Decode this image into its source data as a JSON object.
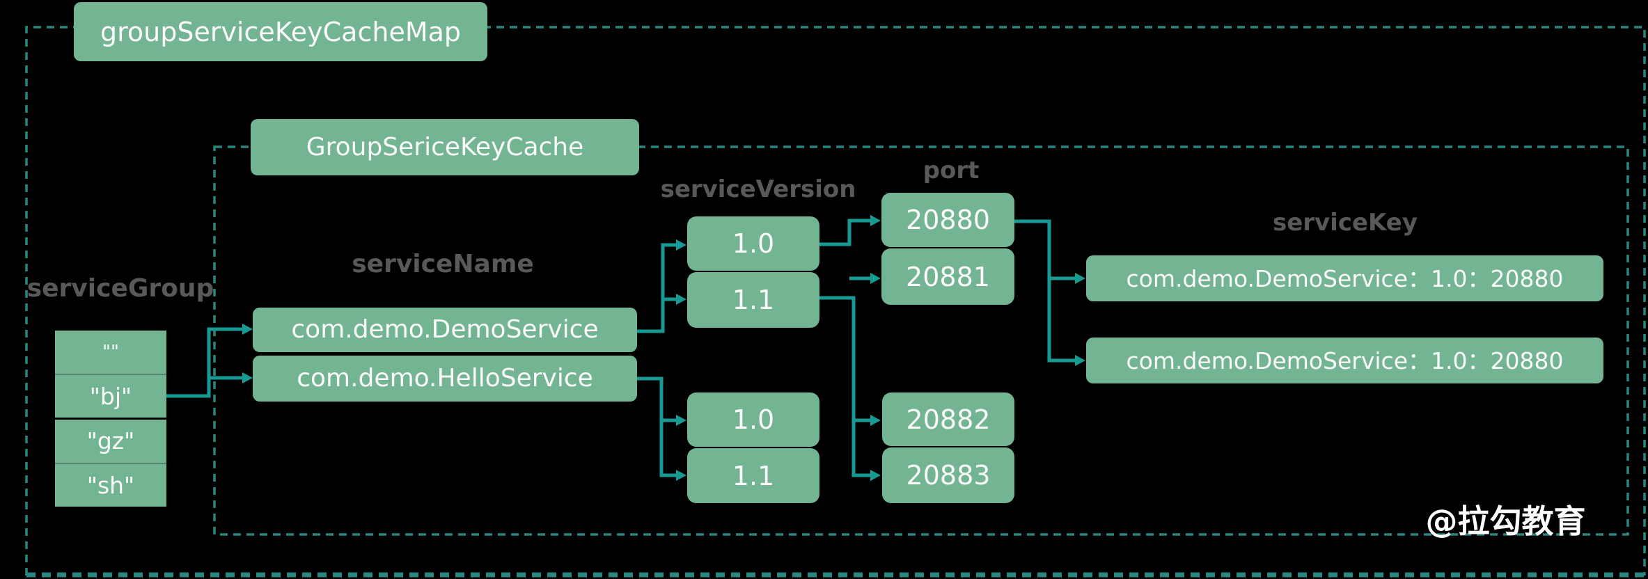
{
  "title": "groupServiceKeyCacheMap",
  "inner_title": "GroupSericeKeyCache",
  "watermark": "@拉勾教育",
  "service_group": {
    "label": "serviceGroup",
    "items": [
      "\"\"",
      "\"bj\"",
      "\"gz\"",
      "\"sh\""
    ]
  },
  "service_name": {
    "label": "serviceName",
    "items": [
      "com.demo.DemoService",
      "com.demo.HelloService"
    ]
  },
  "service_version": {
    "label": "serviceVersion",
    "group1": [
      "1.0",
      "1.1"
    ],
    "group2": [
      "1.0",
      "1.1"
    ]
  },
  "port": {
    "label": "port",
    "group1": [
      "20880",
      "20881"
    ],
    "group2": [
      "20882",
      "20883"
    ]
  },
  "service_key": {
    "label": "serviceKey",
    "items": [
      "com.demo.DemoService：1.0：20880",
      "com.demo.DemoService：1.0：20880"
    ]
  },
  "colors": {
    "background": "#000000",
    "box_green": "#73b493",
    "arrow_teal": "#189a94",
    "dashed_border_teal": "#2a8680",
    "label_gray": "#595959",
    "text_white": "#fafafa"
  }
}
